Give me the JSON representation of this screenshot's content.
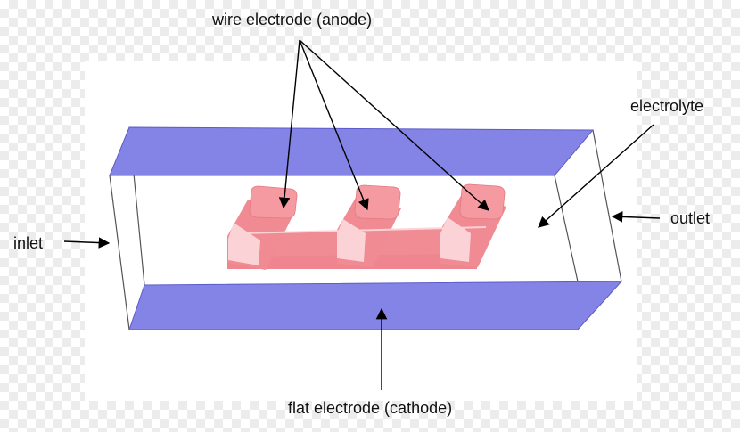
{
  "labels": {
    "wire_electrode": "wire electrode (anode)",
    "electrolyte": "electrolyte",
    "inlet": "inlet",
    "outlet": "outlet",
    "flat_electrode": "flat electrode (cathode)"
  },
  "colors": {
    "electrode_plate": "#8484e6",
    "wire": "#f4939a",
    "wire_top": "#f59aa1",
    "outline": "#555555",
    "arrow": "#000000"
  }
}
